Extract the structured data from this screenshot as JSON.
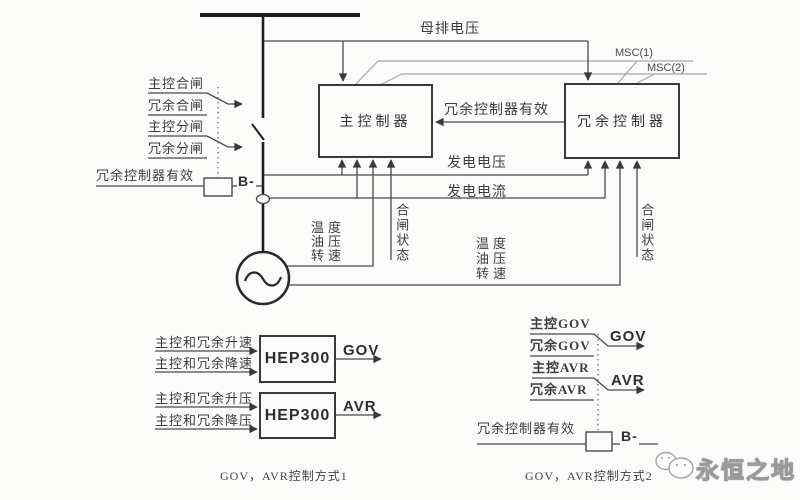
{
  "colors": {
    "background": "#fbfbfa",
    "wire": "#4a4a4a",
    "thick_line": "#1d1d1d",
    "box_border": "#3a3a3a",
    "light_line": "#a6a6a6",
    "text": "#3d3d3d",
    "watermark": "#9a9a9a"
  },
  "top": {
    "bus_voltage_label": "母排电压",
    "msc1_label": "MSC(1)",
    "msc2_label": "MSC(2)"
  },
  "controllers": {
    "main_label": "主控制器",
    "redundant_label": "冗余控制器",
    "redundant_valid_label": "冗余控制器有效"
  },
  "left_controls": {
    "items": [
      "主控合闸",
      "冗余合闸",
      "主控分闸",
      "冗余分闸"
    ],
    "redundant_valid_label": "冗余控制器有效",
    "b_minus": "B-"
  },
  "signals": {
    "gen_voltage": "发电电压",
    "gen_current": "发电电流",
    "temp": "温度",
    "oil": "油压",
    "speed": "转速",
    "breaker_state": "合闸状态"
  },
  "section1": {
    "inputs": [
      "主控和冗余升速",
      "主控和冗余降速",
      "主控和冗余升压",
      "主控和冗余降压"
    ],
    "box_label": "HEP300",
    "gov": "GOV",
    "avr": "AVR",
    "caption": "GOV，AVR控制方式1"
  },
  "section2": {
    "gov_inputs": [
      "主控GOV",
      "冗余GOV"
    ],
    "avr_inputs": [
      "主控AVR",
      "冗余AVR"
    ],
    "gov": "GOV",
    "avr": "AVR",
    "redundant_valid_label": "冗余控制器有效",
    "b_minus": "B-",
    "caption": "GOV，AVR控制方式2"
  },
  "watermark": {
    "text": "永恒之地"
  }
}
